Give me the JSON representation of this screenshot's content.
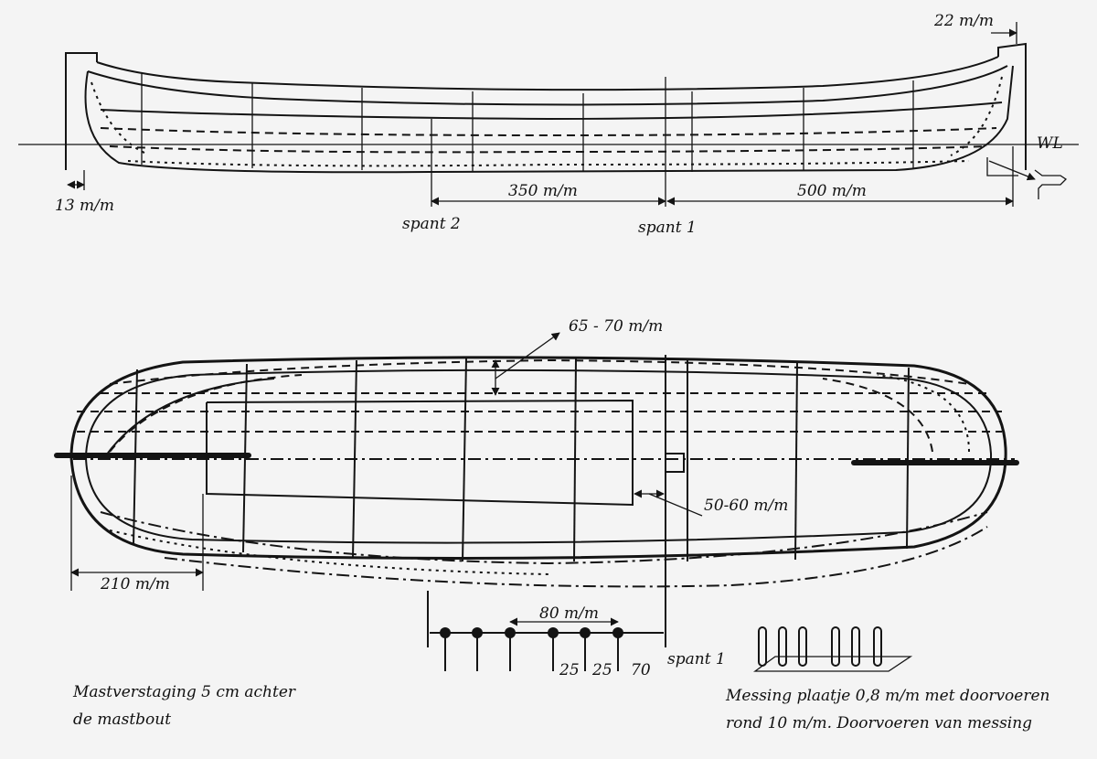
{
  "side_view": {
    "dim_stern": "22 m/m",
    "dim_bow": "13 m/m",
    "waterline": "WL",
    "dim_350": "350 m/m",
    "dim_500": "500 m/m",
    "label_spant2": "spant 2",
    "label_spant1": "spant 1"
  },
  "plan_view": {
    "dim_65_70": "65 - 70 m/m",
    "dim_50_60": "50-60 m/m",
    "dim_210": "210 m/m"
  },
  "stay_detail": {
    "dim_80": "80 m/m",
    "dim_25a": "25",
    "dim_25b": "25",
    "dim_70": "70",
    "label_spant1": "spant 1"
  },
  "notes": {
    "mast_line1": "Mastverstaging 5 cm achter",
    "mast_line2": "de mastbout",
    "brass_line1": "Messing plaatje 0,8 m/m met doorvoeren",
    "brass_line2": "rond 10 m/m.  Doorvoeren van messing"
  }
}
